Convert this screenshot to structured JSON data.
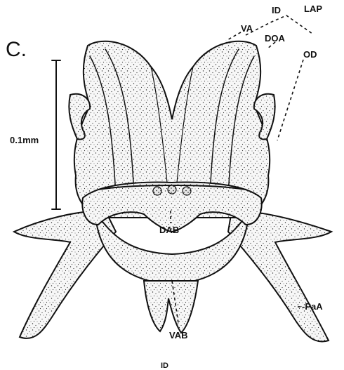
{
  "figure": {
    "panel_letter": "C.",
    "scale_bar_label": "0.1mm",
    "labels": {
      "id_top": "ID",
      "lap": "LAP",
      "va": "VA",
      "doa": "DOA",
      "od": "OD",
      "dab": "DAB",
      "vab": "VAB",
      "paa": "-PaA",
      "id_bottom": "ID"
    }
  }
}
